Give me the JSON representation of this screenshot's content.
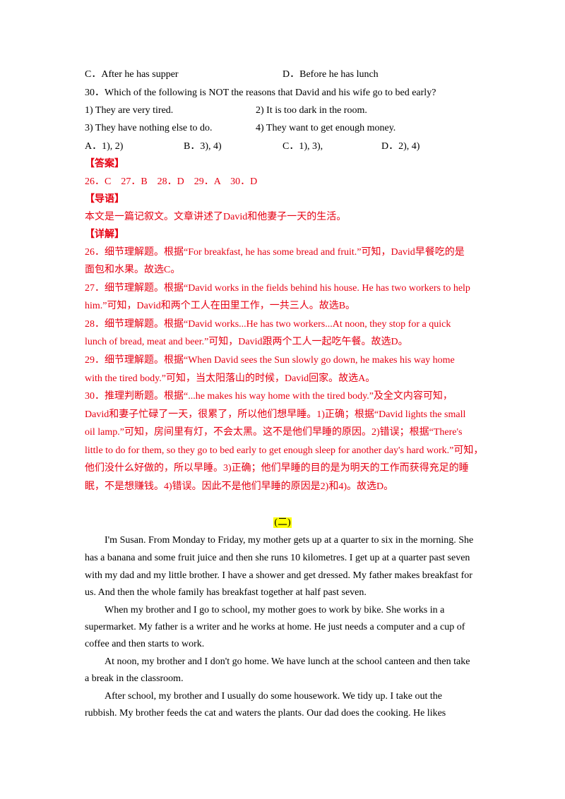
{
  "q29_options": {
    "c": "C．After he has supper",
    "d": "D．Before he has lunch"
  },
  "q30": {
    "stem": "30．Which of the following is NOT the reasons that David and his wife go to bed early?",
    "opt1": "1) They are very tired.",
    "opt2": "2) It is too dark in the room.",
    "opt3": "3) They have nothing else to do.",
    "opt4": "4) They want to get enough money.",
    "a": "A．1), 2)",
    "b": "B．3), 4)",
    "c": "C．1), 3),",
    "d": "D．2), 4)"
  },
  "answer": {
    "header": "【答案】",
    "text": "26．C　27．B　28．D　29．A　30．D"
  },
  "guide": {
    "header": "【导语】",
    "text": "本文是一篇记叙文。文章讲述了David和他妻子一天的生活。"
  },
  "detail": {
    "header": "【详解】",
    "lines": [
      "26．细节理解题。根据“For breakfast, he has some bread and fruit.”可知，David早餐吃的是",
      "面包和水果。故选C。",
      "27．细节理解题。根据“David works in the fields behind his house. He has two workers to help",
      "him.”可知，David和两个工人在田里工作，一共三人。故选B。",
      "28．细节理解题。根据“David works...He has two workers...At noon, they stop for a quick",
      "lunch of bread, meat and beer.”可知，David跟两个工人一起吃午餐。故选D。",
      "29．细节理解题。根据“When David sees the Sun slowly go down, he makes his way home",
      "with the tired body.”可知，当太阳落山的时候，David回家。故选A。",
      "30．推理判断题。根据“...he makes his way home with the tired body.”及全文内容可知，",
      "David和妻子忙碌了一天，很累了，所以他们想早睡。1)正确；根据“David lights the small",
      "oil lamp.”可知，房间里有灯，不会太黑。这不是他们早睡的原因。2)错误；根据“There's",
      "little to do for them, so they go to bed early to get enough sleep for another day's hard work.”可知，",
      "他们没什么好做的，所以早睡。3)正确；他们早睡的目的是为明天的工作而获得充足的睡",
      "眠，不是想赚钱。4)错误。因此不是他们早睡的原因是2)和4)。故选D。"
    ]
  },
  "section2": {
    "title": "(二)",
    "lines": [
      "I'm Susan. From Monday to Friday, my mother gets up at a quarter to six in the morning. She",
      "has a banana and some fruit juice and then she runs 10 kilometres. I get up at a quarter past seven",
      "with my dad and my little brother. I have a shower and get dressed. My father makes breakfast for",
      "us. And then the whole family has breakfast together at half past seven.",
      "When my brother and I go to school, my mother goes to work by bike. She works in a",
      "supermarket. My father is a writer and he works at home. He just needs a computer and a cup of",
      "coffee and then starts to work.",
      "At noon, my brother and I don't go home. We have lunch at the school canteen and then take",
      "a break in the classroom.",
      "After school, my brother and I usually do some housework. We tidy up. I take out the",
      "rubbish. My brother feeds the cat and waters the plants. Our dad does the cooking. He likes"
    ]
  },
  "colors": {
    "answer_red": "#e60012",
    "highlight": "#ffff00"
  }
}
